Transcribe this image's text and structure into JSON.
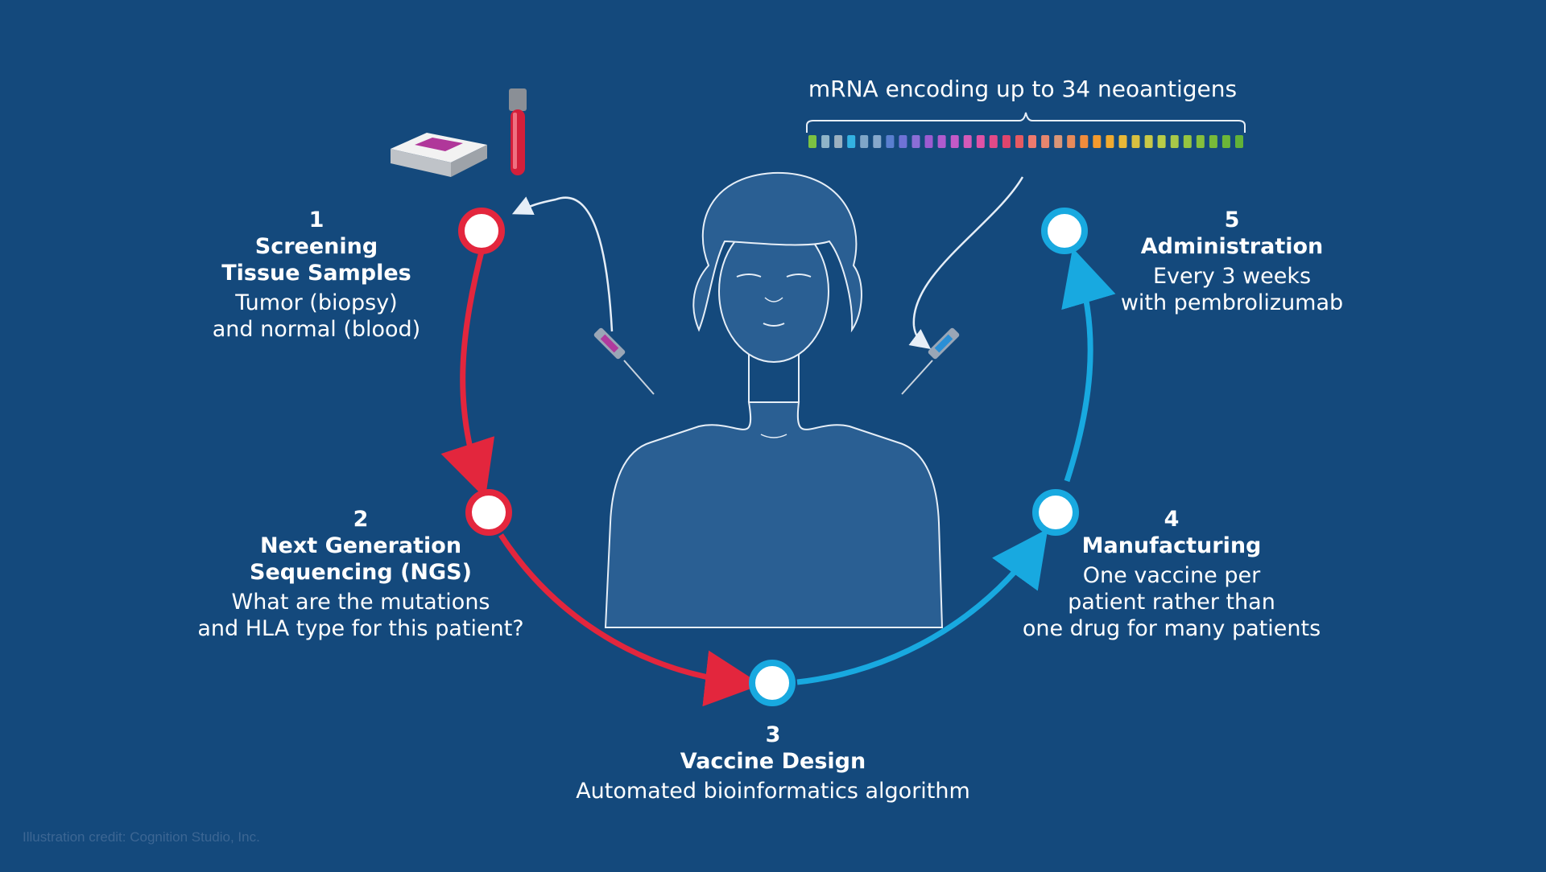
{
  "colors": {
    "background": "#14497c",
    "red_path": "#e3263d",
    "blue_path": "#18a9e0",
    "node_fill": "#ffffff",
    "body_fill": "#2a5f93",
    "outline": "#e6eef7"
  },
  "mrna": {
    "label": "mRNA encoding up to 34 neoantigens",
    "segment_colors": [
      "#7cc242",
      "#8fb4c8",
      "#9bb0c0",
      "#33b2e2",
      "#7fa6c8",
      "#86a8cc",
      "#5a7fd0",
      "#6f72d6",
      "#8b6ed6",
      "#9c5bd1",
      "#b05bce",
      "#c45ac7",
      "#d45ab8",
      "#e052a6",
      "#e24a88",
      "#e0456d",
      "#e65a62",
      "#ee7a6e",
      "#e6866e",
      "#d99678",
      "#e88a5a",
      "#f08c3c",
      "#f39a2e",
      "#f0aa30",
      "#e8b838",
      "#d8c040",
      "#c8c848",
      "#b8cc48",
      "#a8c848",
      "#96c440",
      "#86bf3c",
      "#78ba3a",
      "#6cb638",
      "#62b238"
    ]
  },
  "steps": [
    {
      "number": "1",
      "title": "Screening\nTissue Samples",
      "description": "Tumor (biopsy)\nand normal (blood)"
    },
    {
      "number": "2",
      "title": "Next Generation\nSequencing (NGS)",
      "description": "What are the mutations\nand HLA type for this patient?"
    },
    {
      "number": "3",
      "title": "Vaccine Design",
      "description": "Automated bioinformatics algorithm"
    },
    {
      "number": "4",
      "title": "Manufacturing",
      "description": "One vaccine per\npatient rather than\none drug for many patients"
    },
    {
      "number": "5",
      "title": "Administration",
      "description": "Every 3 weeks\nwith pembrolizumab"
    }
  ],
  "credit": "Illustration credit: Cognition Studio, Inc.",
  "icons": [
    "tissue-slide-icon",
    "blood-tube-icon",
    "syringe-purple-icon",
    "syringe-blue-icon",
    "patient-figure-icon"
  ]
}
